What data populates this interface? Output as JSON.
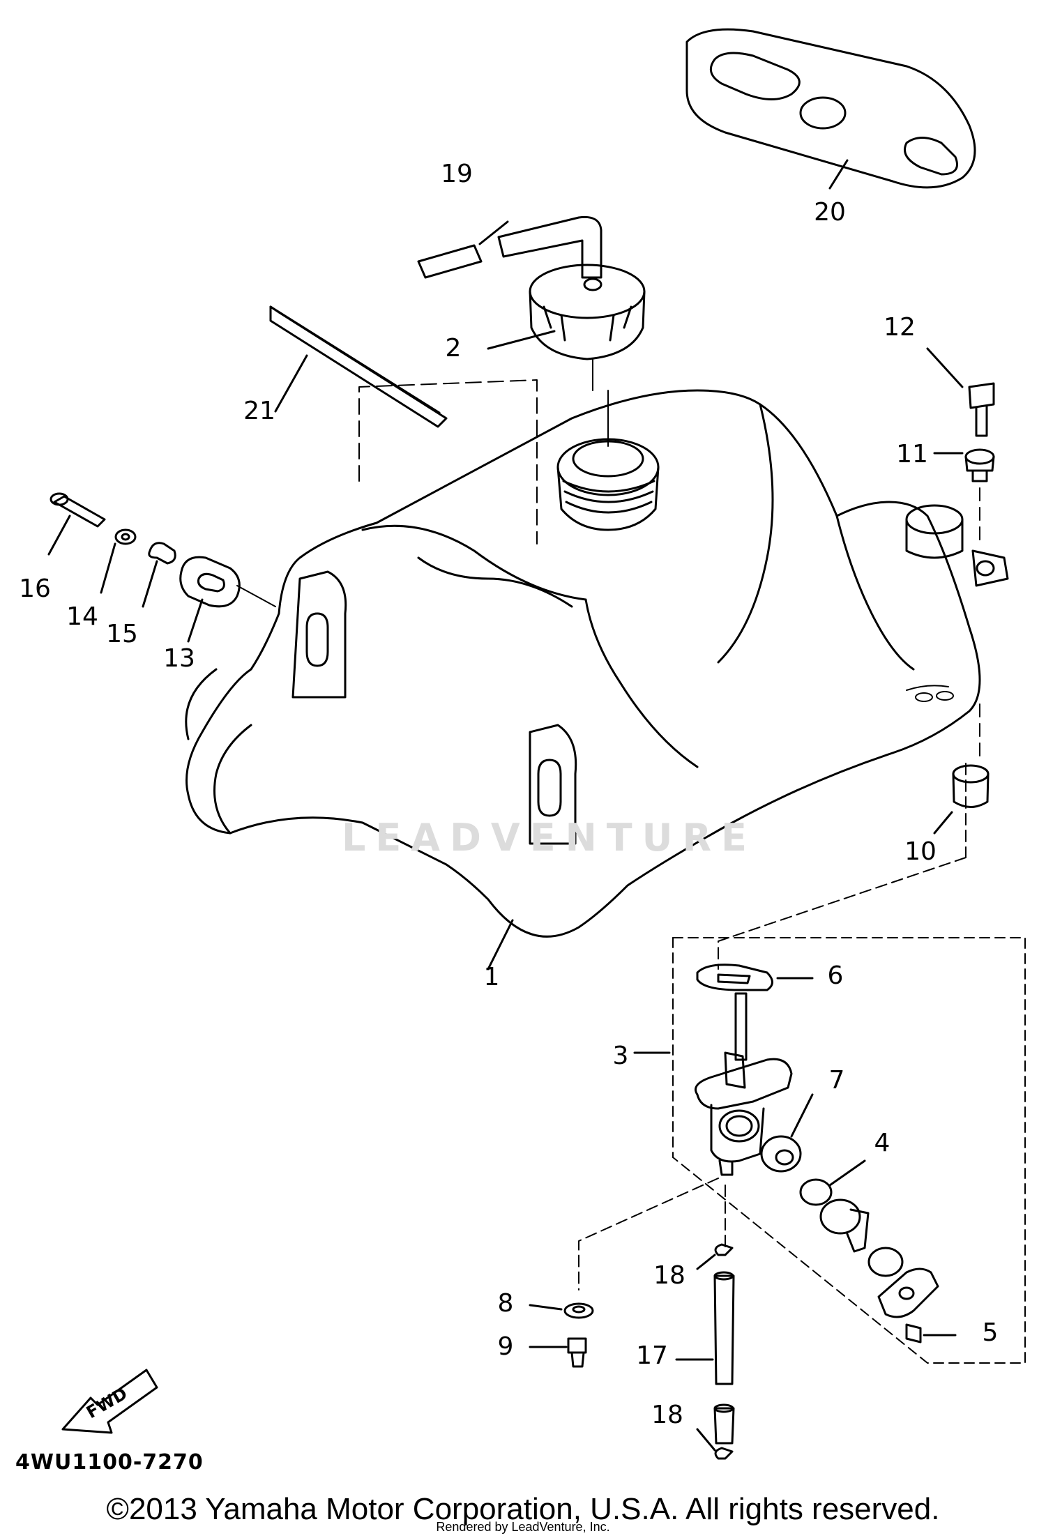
{
  "diagram": {
    "callouts": [
      {
        "id": "1",
        "label": "1"
      },
      {
        "id": "2",
        "label": "2"
      },
      {
        "id": "3",
        "label": "3"
      },
      {
        "id": "4",
        "label": "4"
      },
      {
        "id": "5",
        "label": "5"
      },
      {
        "id": "6",
        "label": "6"
      },
      {
        "id": "7",
        "label": "7"
      },
      {
        "id": "8",
        "label": "8"
      },
      {
        "id": "9",
        "label": "9"
      },
      {
        "id": "10",
        "label": "10"
      },
      {
        "id": "11",
        "label": "11"
      },
      {
        "id": "12",
        "label": "12"
      },
      {
        "id": "13",
        "label": "13"
      },
      {
        "id": "14",
        "label": "14"
      },
      {
        "id": "15",
        "label": "15"
      },
      {
        "id": "16",
        "label": "16"
      },
      {
        "id": "17",
        "label": "17"
      },
      {
        "id": "18a",
        "label": "18"
      },
      {
        "id": "18b",
        "label": "18"
      },
      {
        "id": "19",
        "label": "19"
      },
      {
        "id": "20",
        "label": "20"
      },
      {
        "id": "21",
        "label": "21"
      }
    ],
    "fwd_label": "FWD",
    "diagram_code": "4WU1100-7270",
    "watermark": "LEADVENTURE"
  },
  "footer": {
    "copyright": "©2013 Yamaha Motor Corporation, U.S.A. All rights reserved.",
    "rendered_by": "Rendered by LeadVenture, Inc."
  }
}
